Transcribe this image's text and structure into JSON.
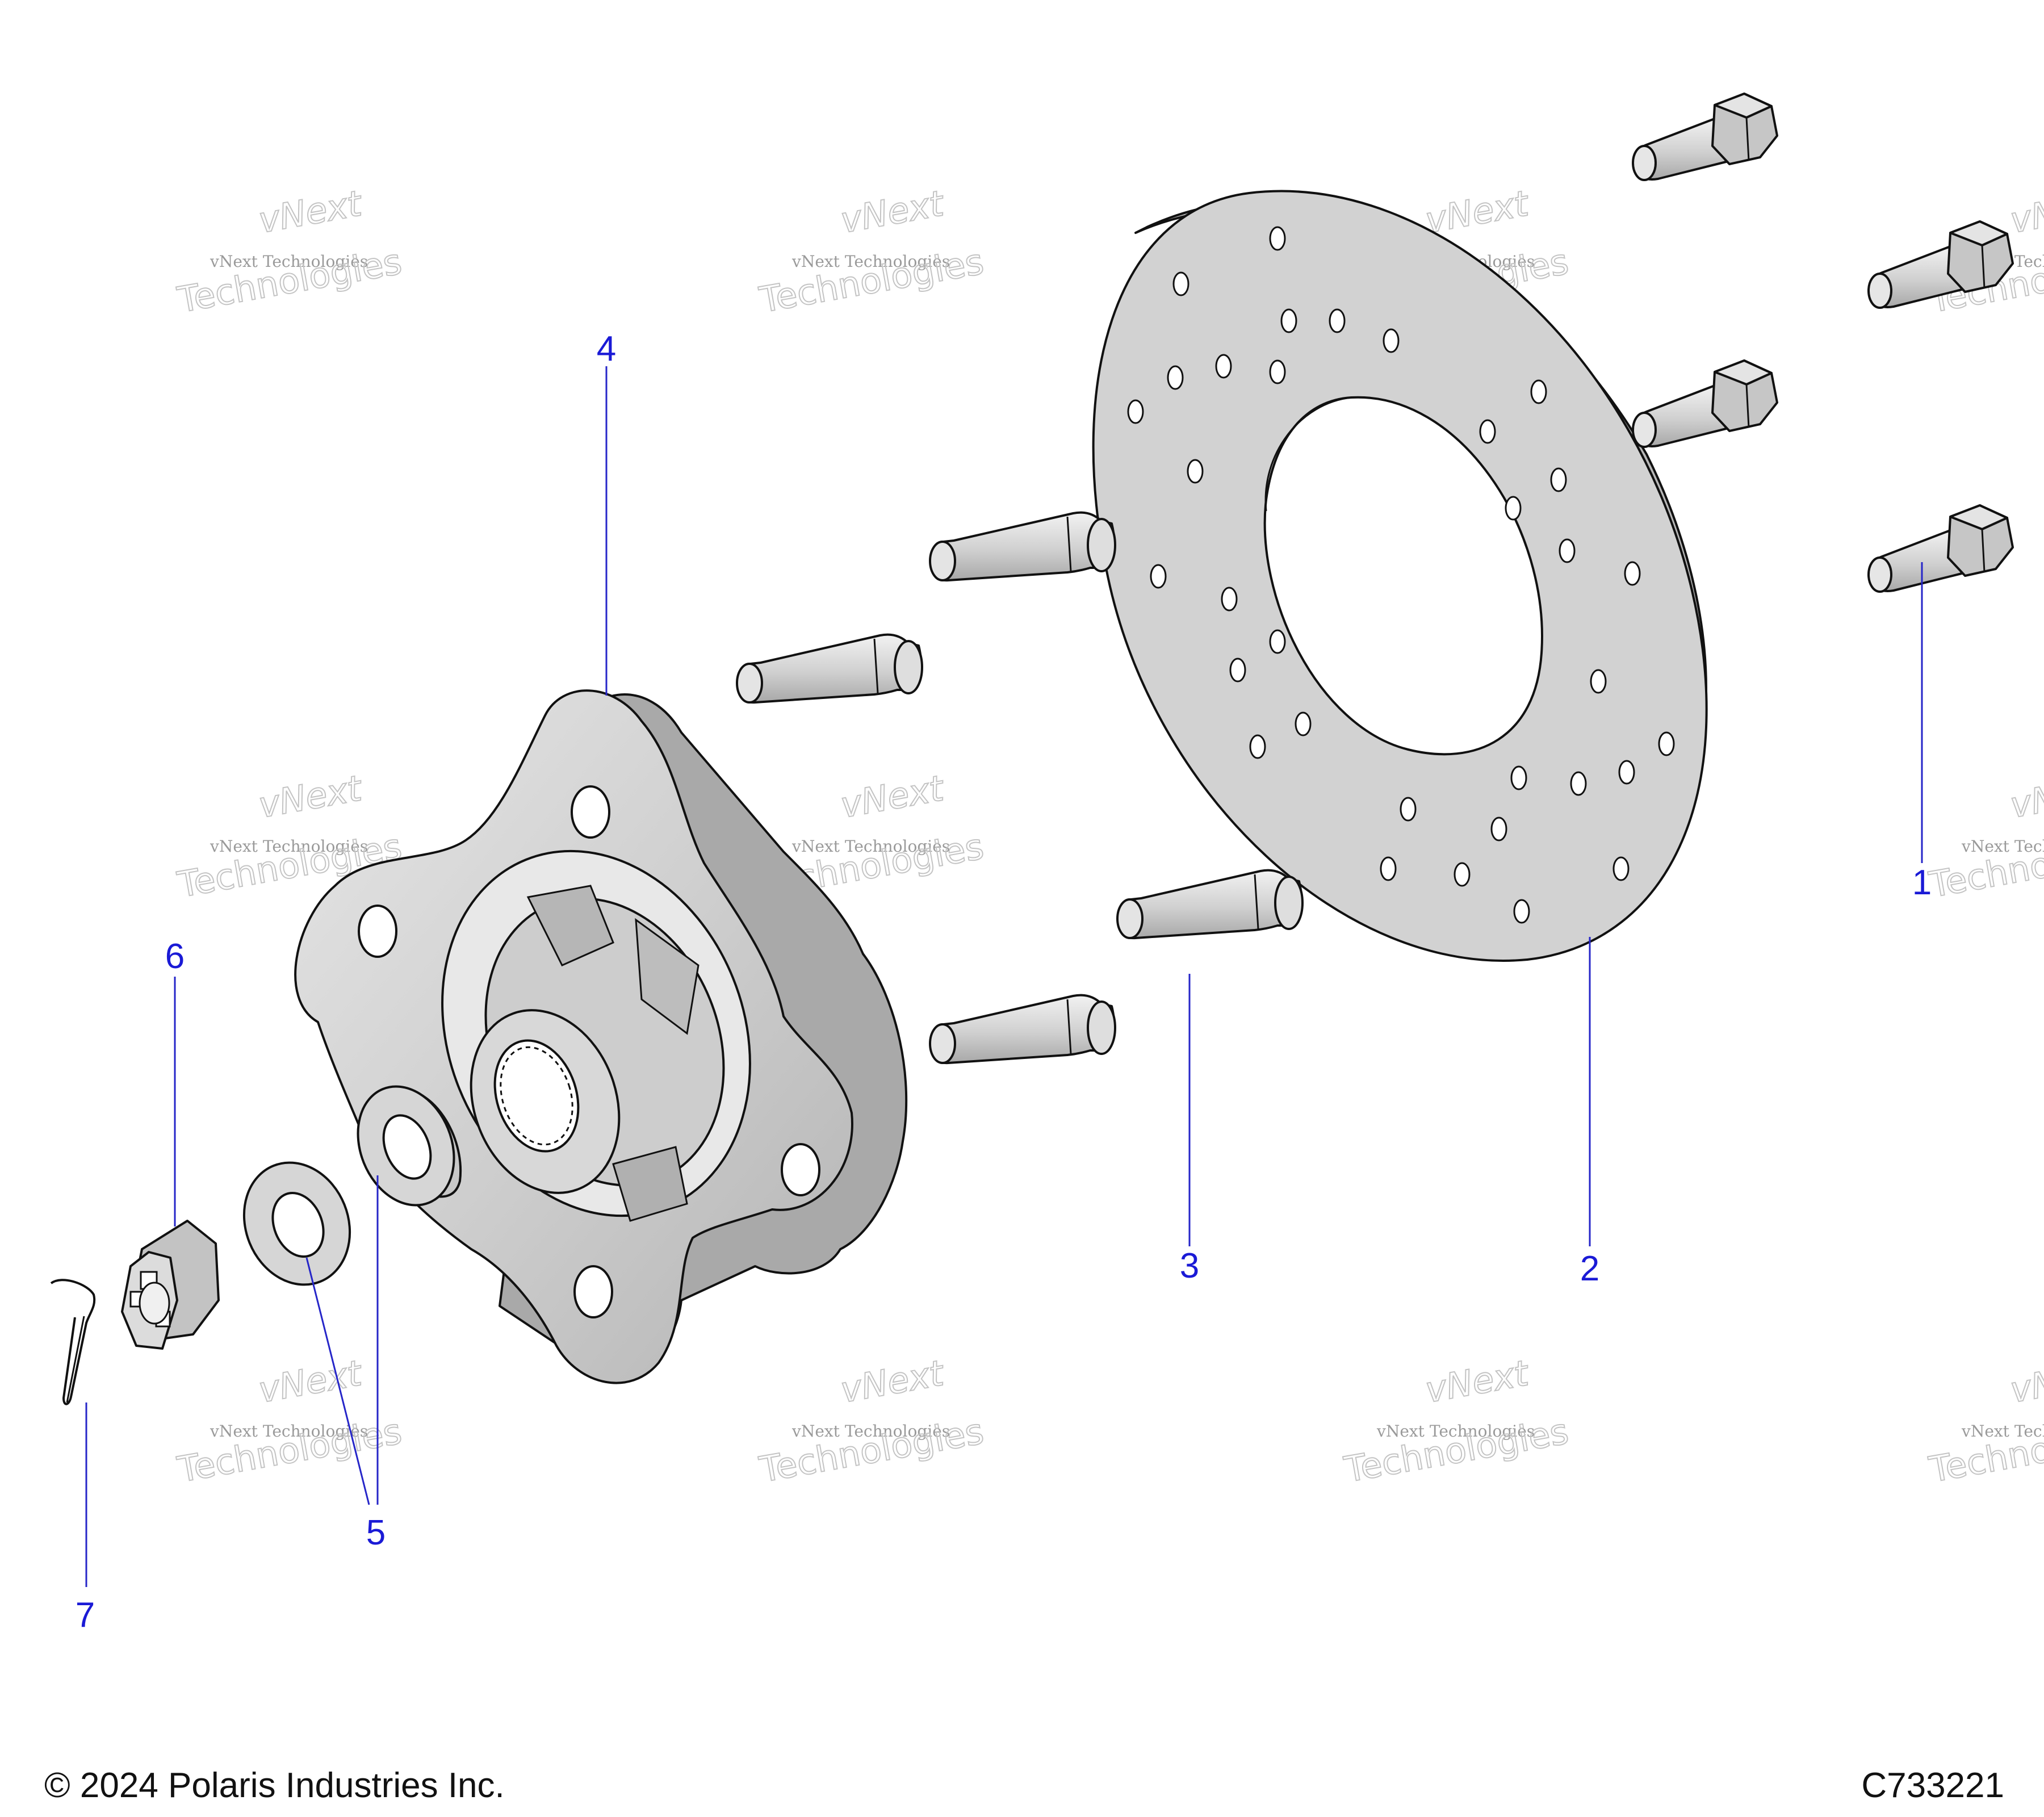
{
  "callouts": [
    {
      "id": "1",
      "label": "1"
    },
    {
      "id": "2",
      "label": "2"
    },
    {
      "id": "3",
      "label": "3"
    },
    {
      "id": "4",
      "label": "4"
    },
    {
      "id": "5",
      "label": "5"
    },
    {
      "id": "6",
      "label": "6"
    },
    {
      "id": "7",
      "label": "7"
    }
  ],
  "watermark": {
    "line1": "vNext",
    "line2": "vNext Technologies",
    "line3": "Technologies"
  },
  "footer": {
    "copyright": "© 2024 Polaris Industries Inc.",
    "figure_id": "C733221"
  },
  "colors": {
    "callout": "#1a1ad6",
    "part_fill": "#d0d0d0",
    "outline": "#111111"
  }
}
